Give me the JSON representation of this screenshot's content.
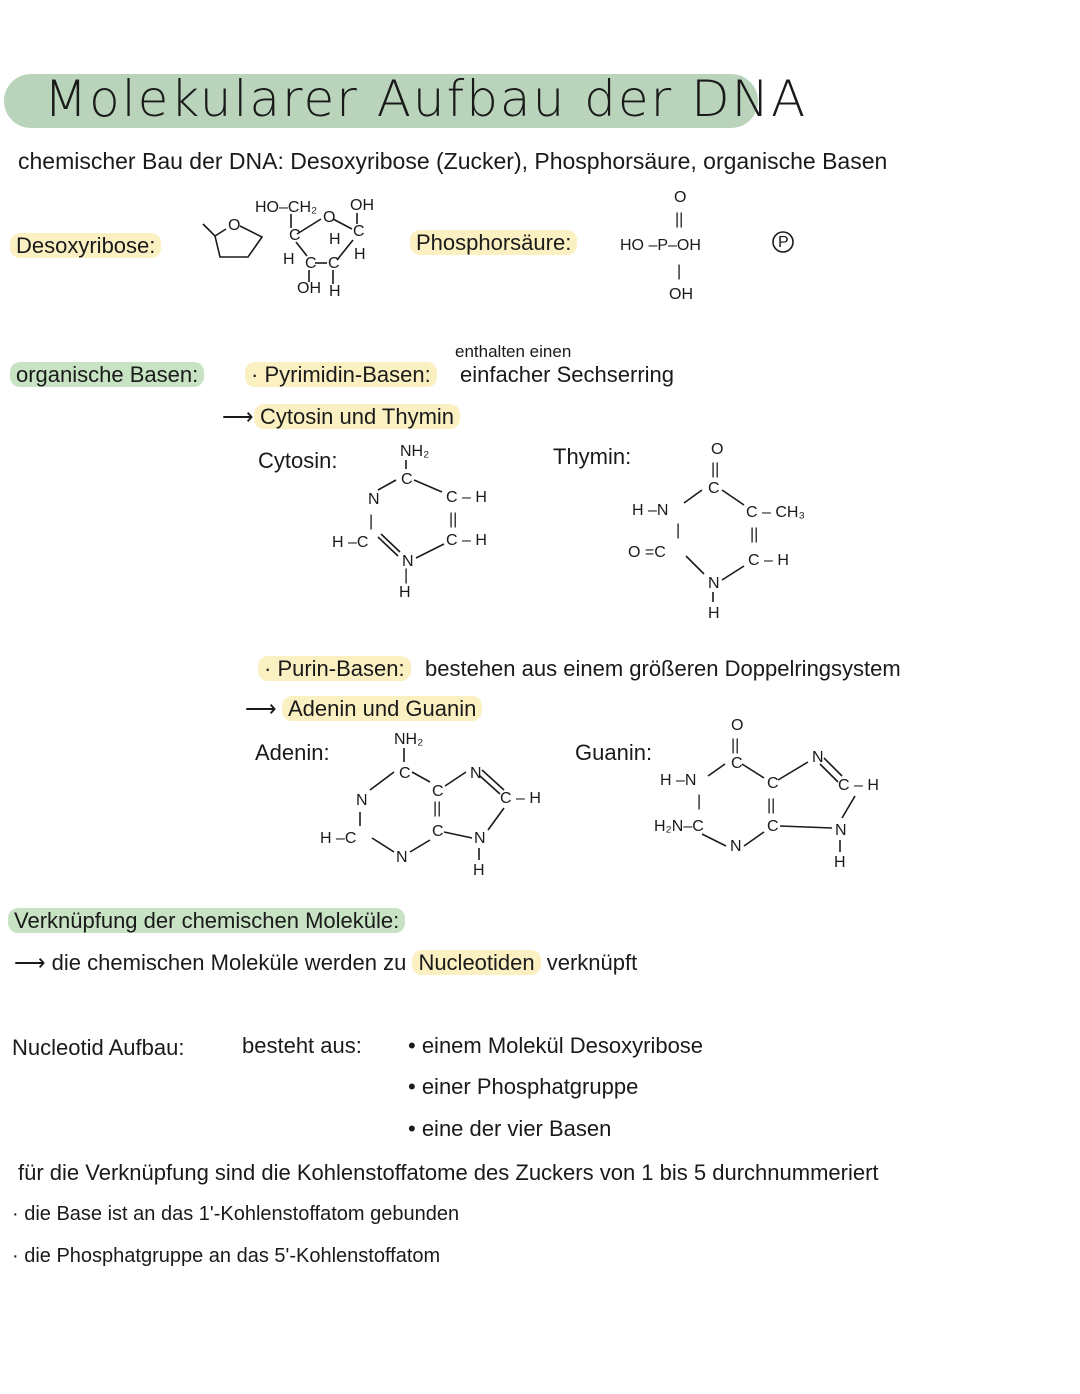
{
  "title": "Molekularer Aufbau der DNA",
  "intro": "chemischer Bau der DNA: Desoxyribose (Zucker), Phosphorsäure, organische Basen",
  "desoxyribose": {
    "label": "Desoxyribose:",
    "ring_atom": "O",
    "atoms": [
      "HO–CH₂",
      "OH",
      "C",
      "O",
      "C",
      "H",
      "H",
      "C",
      "C",
      "H",
      "OH",
      "H"
    ]
  },
  "phosphorsaeure": {
    "label": "Phosphorsäure:",
    "atoms": [
      "O",
      "||",
      "HO –P–OH",
      "|",
      "OH"
    ],
    "symbol": "P"
  },
  "basen": {
    "label": "organische Basen:",
    "pyrimidin_label": "· Pyrimidin-Basen:",
    "pyrimidin_note_top": "enthalten einen",
    "pyrimidin_note": "einfacher Sechserring",
    "pyrimidin_examples": "Cytosin und Thymin",
    "purin_label": "· Purin-Basen:",
    "purin_note": "bestehen aus einem größeren Doppelringsystem",
    "purin_examples": "Adenin und Guanin",
    "arrow": "⟶"
  },
  "molecules": {
    "cytosin": {
      "label": "Cytosin:",
      "atoms": [
        "NH₂",
        "C",
        "C – H",
        "||",
        "C – H",
        "N",
        "H",
        "H –C",
        "N",
        "|",
        "|"
      ]
    },
    "thymin": {
      "label": "Thymin:",
      "atoms": [
        "O",
        "||",
        "C",
        "H –N",
        "C – CH₃",
        "|",
        "||",
        "O =C",
        "C – H",
        "N",
        "H"
      ]
    },
    "adenin": {
      "label": "Adenin:",
      "atoms": [
        "NH₂",
        "C",
        "N",
        "C",
        "N",
        "C – H",
        "||",
        "C",
        "N",
        "H",
        "H –C",
        "N"
      ]
    },
    "guanin": {
      "label": "Guanin:",
      "atoms": [
        "O",
        "||",
        "C",
        "H –N",
        "N",
        "C – H",
        "C",
        "||",
        "C",
        "|",
        "H₂N–C",
        "N",
        "N",
        "H"
      ]
    }
  },
  "verknuepfung": {
    "heading": "Verknüpfung der chemischen Moleküle:",
    "line_prefix": "die chemischen Moleküle werden zu",
    "line_highlight": "Nucleotiden",
    "line_suffix": "verknüpft"
  },
  "nucleotid": {
    "label": "Nucleotid Aufbau:",
    "besteht": "besteht aus:",
    "items": [
      "• einem Molekül Desoxyribose",
      "• einer Phosphatgruppe",
      "• eine der vier Basen"
    ]
  },
  "numbering": {
    "text": "für die Verknüpfung sind die Kohlenstoffatome des Zuckers von 1 bis 5 durchnummeriert",
    "points": [
      "· die Base ist an das 1'-Kohlenstoffatom gebunden",
      "· die Phosphatgruppe an das 5'-Kohlenstoffatom"
    ]
  },
  "colors": {
    "title_highlight": "#b9d4bb",
    "yellow_highlight": "#fbf0c2",
    "green_highlight": "#c8e3c4"
  }
}
